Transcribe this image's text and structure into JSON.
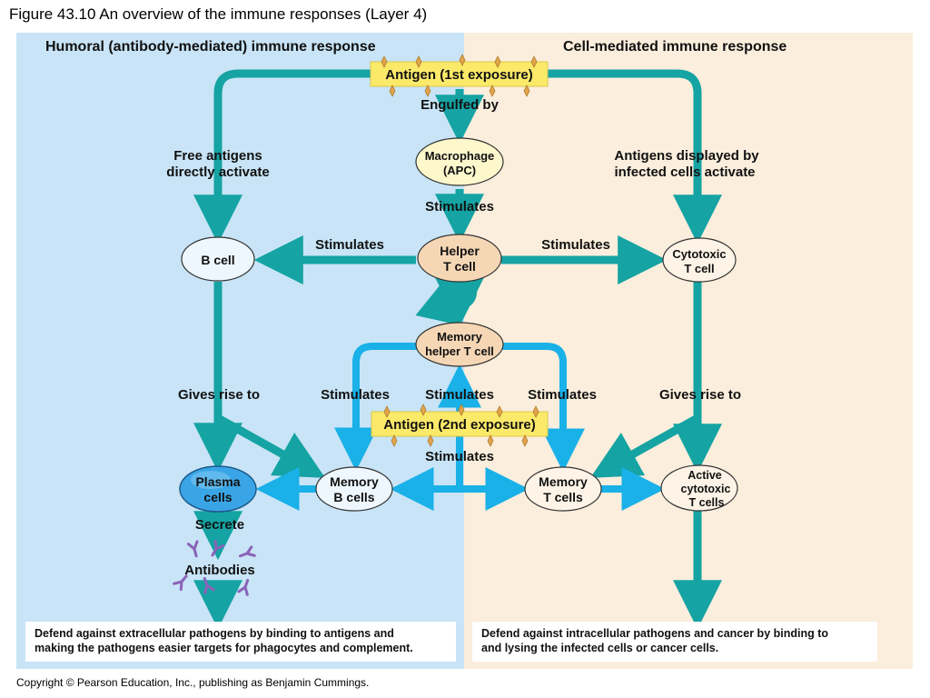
{
  "figure_title": "Figure 43.10  An overview of the immune responses (Layer 4)",
  "headers": {
    "humoral": "Humoral (antibody-mediated) immune response",
    "cell_mediated": "Cell-mediated immune response"
  },
  "antigen_1st": "Antigen (1st exposure)",
  "antigen_2nd": "Antigen (2nd exposure)",
  "labels": {
    "engulfed_by": "Engulfed by",
    "free_antigens_1": "Free antigens",
    "free_antigens_2": "directly activate",
    "displayed_1": "Antigens displayed by",
    "displayed_2": "infected cells activate",
    "stimulates_apc": "Stimulates",
    "stimulates_left": "Stimulates",
    "stimulates_right": "Stimulates",
    "gives_rise_left": "Gives rise to",
    "gives_rise_right": "Gives rise to",
    "stimulates_mem_left": "Stimulates",
    "stimulates_mem_center": "Stimulates",
    "stimulates_mem_right": "Stimulates",
    "stimulates_2nd": "Stimulates",
    "secrete": "Secrete",
    "antibodies": "Antibodies"
  },
  "cells": {
    "macrophage_1": "Macrophage",
    "macrophage_2": "(APC)",
    "helper_1": "Helper",
    "helper_2": "T cell",
    "b_cell": "B cell",
    "cytotoxic_1": "Cytotoxic",
    "cytotoxic_2": "T cell",
    "memory_helper_1": "Memory",
    "memory_helper_2": "helper T cell",
    "plasma_1": "Plasma",
    "plasma_2": "cells",
    "memory_b_1": "Memory",
    "memory_b_2": "B cells",
    "memory_t_1": "Memory",
    "memory_t_2": "T cells",
    "active_1": "Active",
    "active_2": "cytotoxic",
    "active_3": "T cells"
  },
  "defend": {
    "left_1": "Defend against extracellular pathogens by binding to antigens and",
    "left_2": "making the pathogens easier targets for phagocytes and complement.",
    "right_1": "Defend against intracellular pathogens and cancer by binding to",
    "right_2": "and lysing the infected cells or cancer cells."
  },
  "copyright": "Copyright © Pearson Education, Inc., publishing as Benjamin Cummings.",
  "colors": {
    "humoral_bg": "#c8e4f6",
    "cell_bg": "#fbeedd",
    "teal_arrow": "#15a3a3",
    "blue_arrow": "#1ab0e8",
    "antigen_label": "#fbe96a",
    "peach_cell": "#f6d7b5",
    "plasma_cell": "#3aa5e6"
  }
}
